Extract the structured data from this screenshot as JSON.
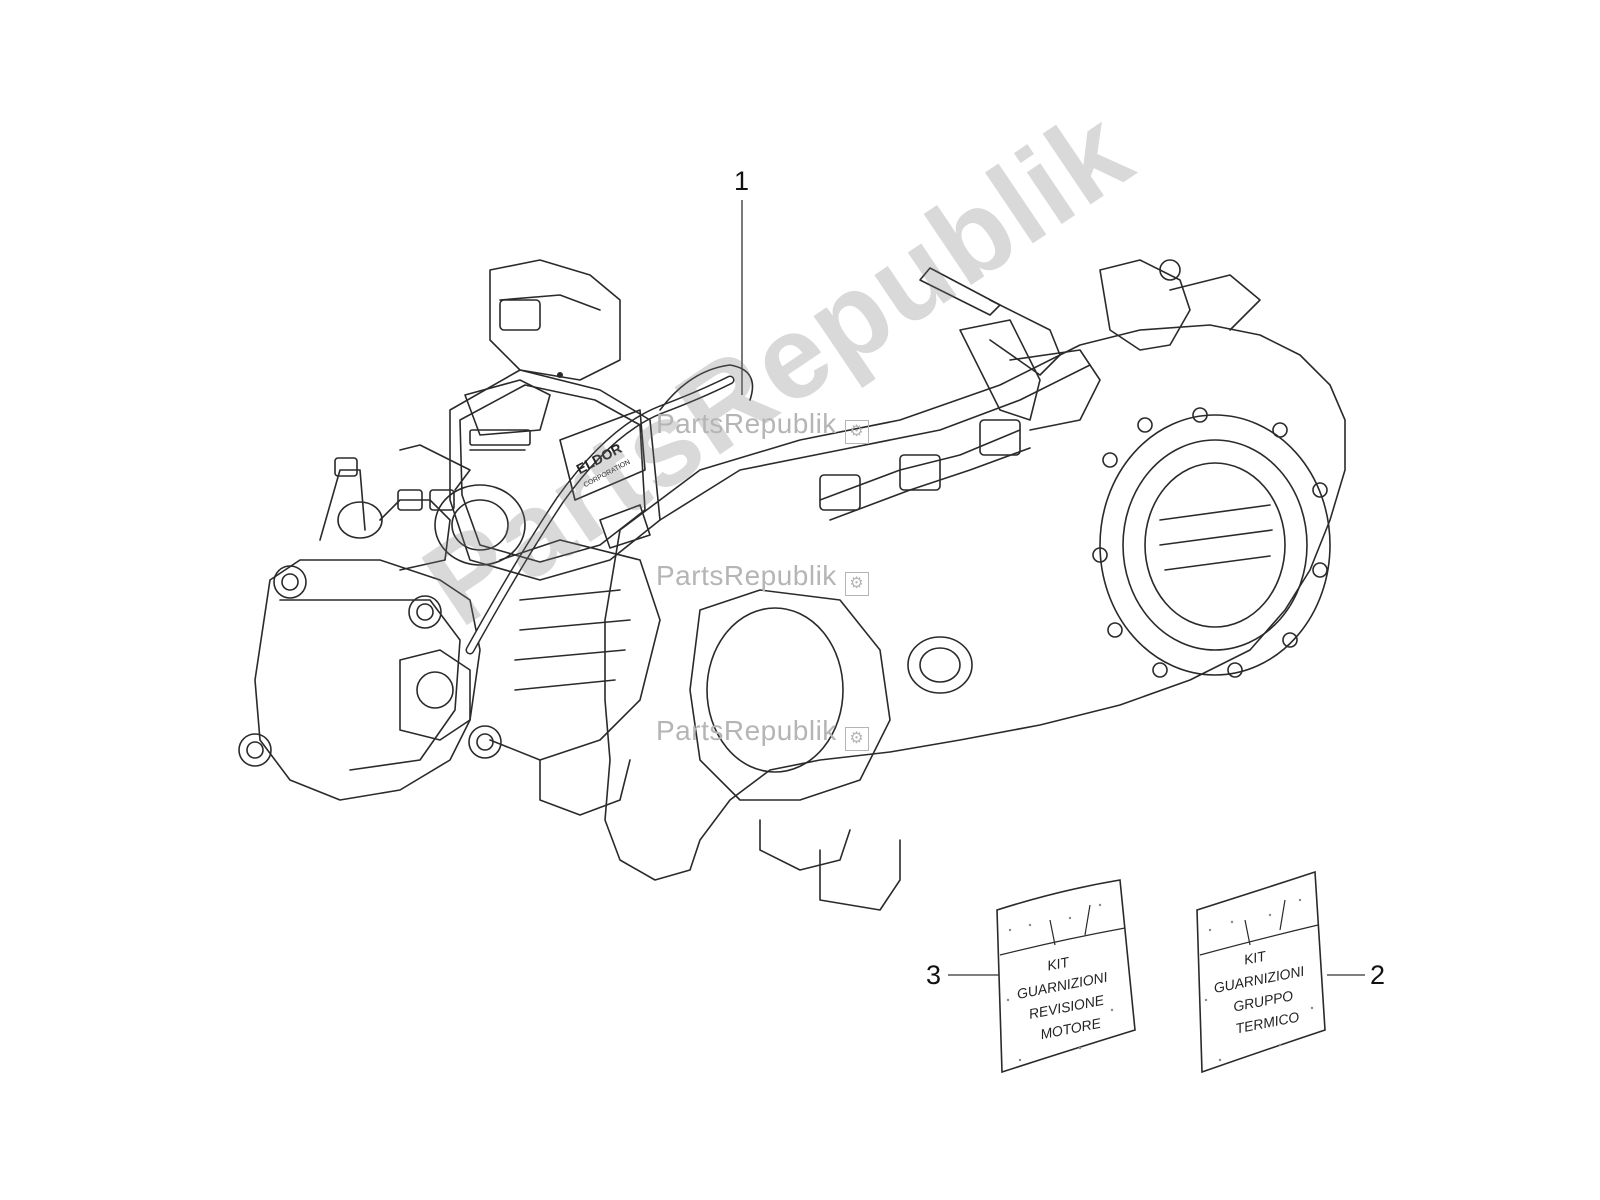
{
  "callouts": [
    {
      "number": "1"
    },
    {
      "number": "2"
    },
    {
      "number": "3"
    }
  ],
  "bags": {
    "left": {
      "lines": [
        "KIT",
        "GUARNIZIONI",
        "REVISIONE",
        "MOTORE"
      ]
    },
    "right": {
      "lines": [
        "KIT",
        "GUARNIZIONI",
        "GRUPPO",
        "TERMICO"
      ]
    }
  },
  "engine_brand": {
    "name": "ELDOR",
    "sub": "CORPORATION"
  },
  "watermark": {
    "text": "PartsRepublik",
    "diagonal": "PartsRepublik"
  }
}
